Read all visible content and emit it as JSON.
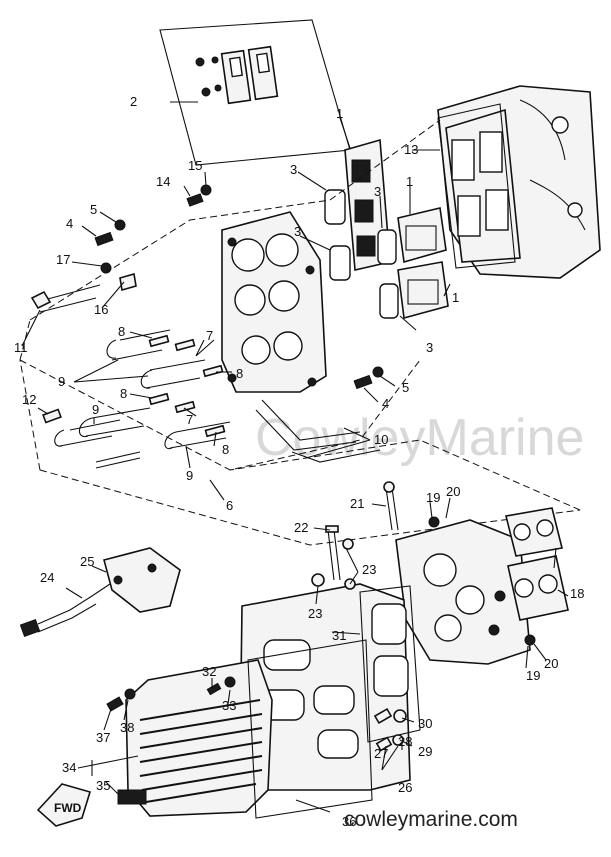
{
  "watermark": "CowleyMarine",
  "site": "cowleymarine.com",
  "fwd_label": "FWD",
  "callouts": [
    "1",
    "2",
    "3",
    "4",
    "5",
    "6",
    "7",
    "8",
    "9",
    "10",
    "11",
    "12",
    "13",
    "14",
    "15",
    "16",
    "17",
    "18",
    "19",
    "20",
    "21",
    "22",
    "23",
    "24",
    "25",
    "26",
    "27",
    "28",
    "29",
    "30",
    "31",
    "32",
    "33",
    "34",
    "35",
    "36",
    "37",
    "38"
  ]
}
